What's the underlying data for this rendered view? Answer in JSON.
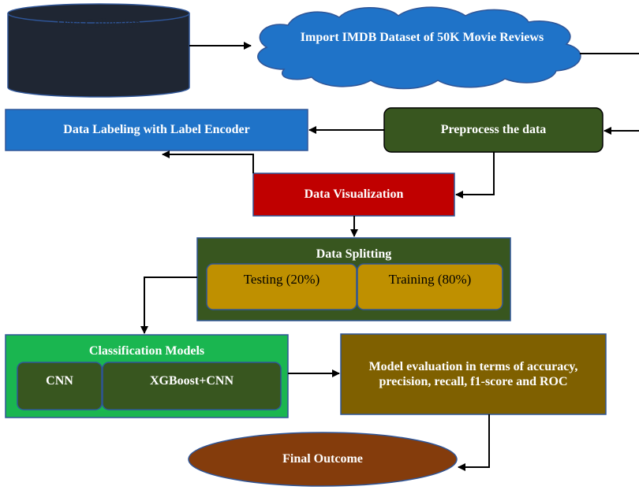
{
  "nodes": {
    "data_collection": "Data Collection",
    "import_dataset": "Import IMDB Dataset of 50K Movie Reviews",
    "preprocess": "Preprocess the data",
    "labeling": "Data Labeling with Label Encoder",
    "visualization": "Data Visualization",
    "splitting": {
      "title": "Data Splitting",
      "testing": "Testing (20%)",
      "training": "Training (80%)"
    },
    "classification": {
      "title": "Classification Models",
      "cnn": "CNN",
      "xgboost": "XGBoost+CNN"
    },
    "evaluation": "Model evaluation in terms of accuracy, precision, recall, f1-score and ROC",
    "final": "Final Outcome"
  },
  "colors": {
    "cylinder": "#1f2633",
    "cloud": "#1f73c8",
    "preprocess": "#38561f",
    "labeling": "#1f73c8",
    "visualization": "#c00000",
    "splitting": "#38561f",
    "split_item": "#bf9000",
    "classification": "#1ab650",
    "model_item": "#38561f",
    "evaluation": "#7f6000",
    "final": "#843c0c",
    "border": "#2f5597",
    "arrow": "#000000"
  }
}
